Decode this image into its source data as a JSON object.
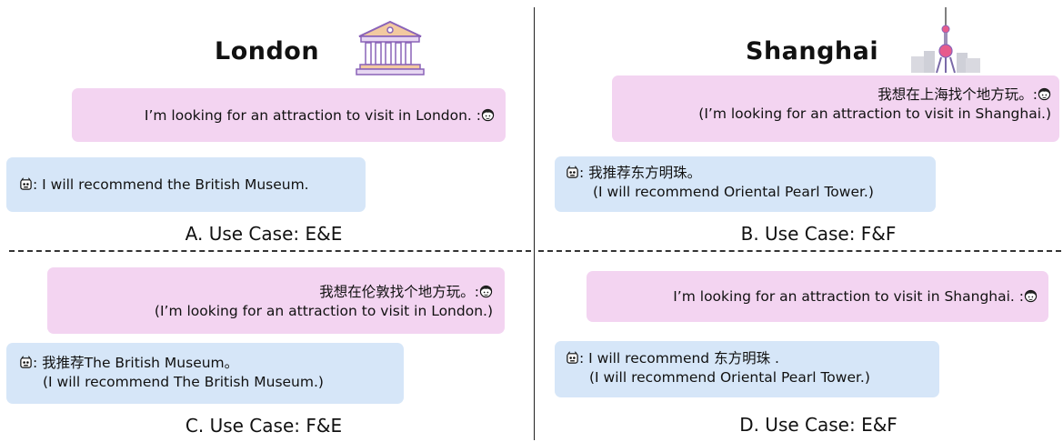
{
  "titles": {
    "left": "London",
    "right": "Shanghai"
  },
  "panels": {
    "a": {
      "user": [
        "I’m looking for an attraction to visit in London. :"
      ],
      "bot": [
        ": I will recommend the British Museum."
      ],
      "caption": "A. Use Case: E&E"
    },
    "b": {
      "user": [
        "我想在上海找个地方玩。:",
        "(I’m looking for an attraction to visit in Shanghai.)"
      ],
      "bot": [
        ": 我推荐东方明珠。",
        "(I will recommend Oriental Pearl Tower.)"
      ],
      "caption": "B. Use Case: F&F"
    },
    "c": {
      "user": [
        "我想在伦敦找个地方玩。:",
        "(I’m looking for an attraction to visit in London.)"
      ],
      "bot": [
        ": 我推荐The British Museum。",
        "(I will recommend The British Museum.)"
      ],
      "caption": "C. Use Case: F&E"
    },
    "d": {
      "user": [
        "I’m looking for an attraction to visit in Shanghai. :"
      ],
      "bot": [
        ": I will recommend 东方明珠 .",
        "(I will recommend Oriental Pearl Tower.)"
      ],
      "caption": "D. Use Case: E&F"
    }
  },
  "colors": {
    "user_bubble": "#f3d4f1",
    "bot_bubble": "#d6e6f8"
  },
  "icons": {
    "left_title": "museum-icon",
    "right_title": "pearl-tower-icon",
    "user": "girl-face-icon",
    "bot": "robot-face-icon"
  }
}
